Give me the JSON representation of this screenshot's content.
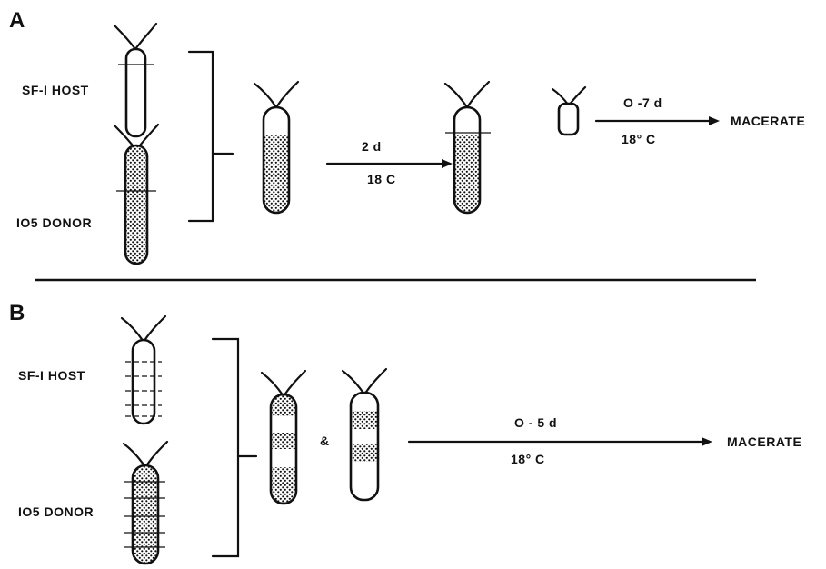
{
  "panel_a": {
    "letter": "A",
    "host_label": "SF-I HOST",
    "donor_label": "IO5 DONOR",
    "step1_time": "2 d",
    "step1_temp": "18 C",
    "step2_time": "O -7 d",
    "step2_temp": "18° C",
    "result": "MACERATE"
  },
  "panel_b": {
    "letter": "B",
    "host_label": "SF-I HOST",
    "donor_label": "IO5 DONOR",
    "ampersand": "&",
    "step_time": "O - 5 d",
    "step_temp": "18° C",
    "result": "MACERATE"
  }
}
